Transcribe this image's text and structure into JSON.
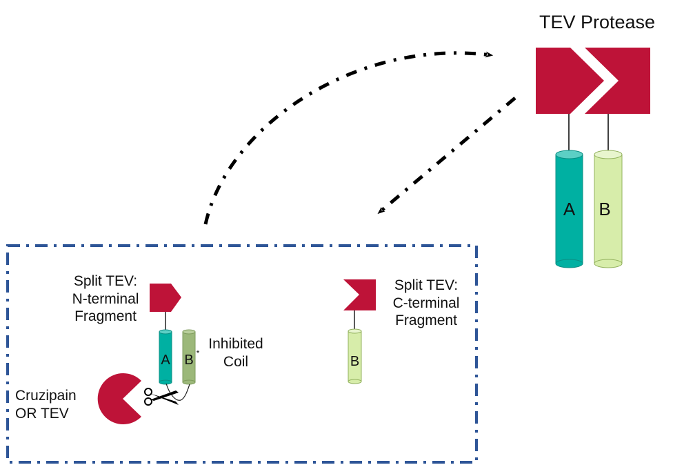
{
  "diagram": {
    "title": "TEV Protease",
    "colors": {
      "protease": "#BE1338",
      "coil_a": "#00B0A2",
      "coil_a_top": "#5CCFC5",
      "coil_b": "#D7EDAA",
      "coil_b_top": "#E8F5CE",
      "coil_b_inhibited": "#9CB87A",
      "coil_b_inhibited_top": "#B9CF9C",
      "box_border": "#2E5597",
      "arrow": "#000000"
    },
    "full_protease": {
      "coils": [
        {
          "letter": "A"
        },
        {
          "letter": "B"
        }
      ]
    },
    "n_terminal": {
      "label_lines": [
        "Split TEV:",
        "N-terminal",
        "Fragment"
      ],
      "coils": [
        {
          "letter": "A"
        },
        {
          "letter": "B",
          "marker": "*"
        }
      ],
      "coil_label_lines": [
        "Inhibited",
        "Coil"
      ]
    },
    "c_terminal": {
      "label_lines": [
        "Split TEV:",
        "C-terminal",
        "Fragment"
      ],
      "coils": [
        {
          "letter": "B"
        }
      ]
    },
    "cleaver": {
      "label_lines": [
        "Cruzipain",
        "OR TEV"
      ]
    },
    "arrows": [
      {
        "from": "split-fragments-box",
        "to": "tev-protease",
        "style": "dash-dot"
      },
      {
        "from": "tev-protease",
        "to": "split-fragments-box",
        "style": "dash-dot"
      }
    ]
  }
}
